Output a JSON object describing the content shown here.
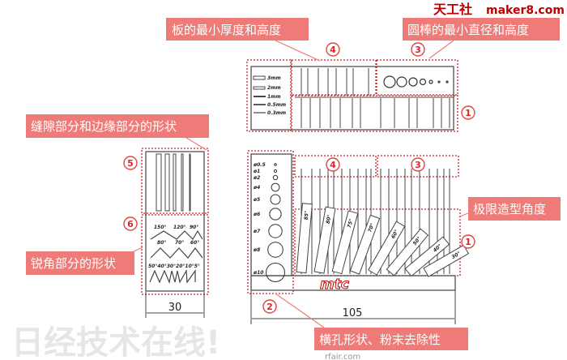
{
  "labels": {
    "plate": "板的最小厚度和高度",
    "rod": "圆棒的最小直径和高度",
    "gap": "缝隙部分和边缘部分的形状",
    "angle": "极限造型角度",
    "acute": "锐角部分的形状",
    "hole": "横孔形状、粉末去除性"
  },
  "markers": {
    "m1": "1",
    "m2": "2",
    "m3": "3",
    "m4": "4",
    "m5": "5",
    "m6": "6"
  },
  "top_view": {
    "thickness_labels": [
      "3mm",
      "2mm",
      "1mm",
      "0.5mm",
      "0.3mm"
    ]
  },
  "side_view": {
    "angles_row1": [
      "150°",
      "120°",
      "90°"
    ],
    "angles_row2": [
      "80°",
      "70°",
      "60°"
    ],
    "angles_row3": "50°40°30°20°10°5°",
    "width": "30"
  },
  "front_view": {
    "hole_labels": [
      "ø0.5",
      "ø1",
      "ø2",
      "ø4",
      "ø5",
      "ø6",
      "ø7",
      "ø8",
      "ø10"
    ],
    "tilt_labels": [
      "85°",
      "80°",
      "75°",
      "70°",
      "60°",
      "50°",
      "40°",
      "30°"
    ],
    "logo": "mtc",
    "width": "105"
  },
  "watermark": {
    "top_cn": "天工社",
    "top_url": "maker8.com",
    "bottom_cn": "日经技术在线!",
    "bottom_url": "rfair.com"
  },
  "colors": {
    "label_bg": "#ee7b77",
    "dotted": "#c8202a",
    "logo_red": "#c00000"
  }
}
